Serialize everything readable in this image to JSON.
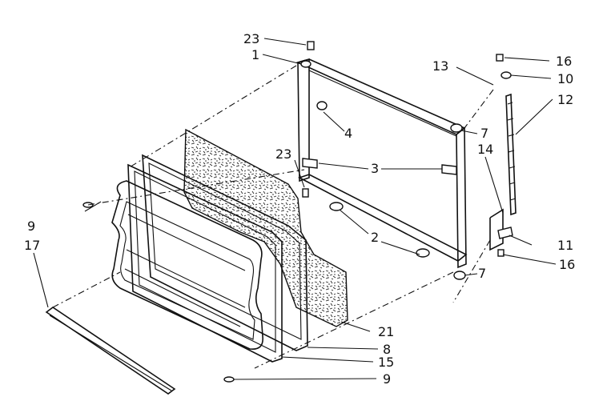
{
  "labels": {
    "p1": "1",
    "p2": "2",
    "p3": "3",
    "p4": "4",
    "p7a": "7",
    "p7b": "7",
    "p8": "8",
    "p9a": "9",
    "p9b": "9",
    "p10": "10",
    "p11": "11",
    "p12": "12",
    "p13": "13",
    "p14": "14",
    "p15": "15",
    "p16a": "16",
    "p16b": "16",
    "p17": "17",
    "p21": "21",
    "p23a": "23",
    "p23b": "23"
  }
}
